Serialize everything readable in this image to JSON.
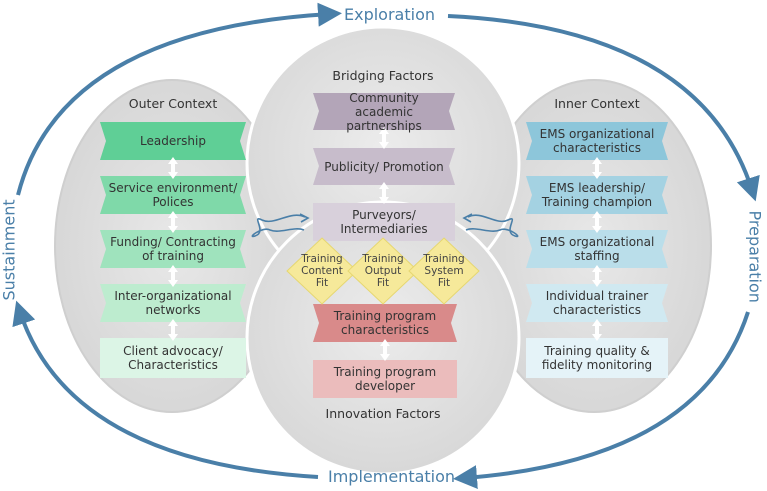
{
  "phases": {
    "exploration": "Exploration",
    "preparation": "Preparation",
    "implementation": "Implementation",
    "sustainment": "Sustainment"
  },
  "outer_context": {
    "title": "Outer Context",
    "items": [
      "Leadership",
      "Service environment/ Polices",
      "Funding/ Contracting of training",
      "Inter-organizational networks",
      "Client advocacy/ Characteristics"
    ]
  },
  "bridging_factors": {
    "title": "Bridging Factors",
    "items": [
      "Community academic partnerships",
      "Publicity/ Promotion",
      "Purveyors/ Intermediaries"
    ]
  },
  "inner_context": {
    "title": "Inner Context",
    "items": [
      "EMS organizational characteristics",
      "EMS leadership/ Training champion",
      "EMS organizational staffing",
      "Individual trainer characteristics",
      "Training quality & fidelity monitoring"
    ]
  },
  "fit": [
    "Training Content Fit",
    "Training Output Fit",
    "Training System Fit"
  ],
  "innovation_factors": {
    "title": "Innovation Factors",
    "items": [
      "Training program characteristics",
      "Training program developer"
    ]
  },
  "colors": {
    "cycle_arrow": "#4a7fa8",
    "outer": [
      "#5fcf96",
      "#7fd9a9",
      "#9fe3bd",
      "#bdeccf",
      "#dcf5e6"
    ],
    "bridging": [
      "#b3a5b8",
      "#c7bccb",
      "#d8d0db"
    ],
    "inner": [
      "#8dc6da",
      "#a4d2e2",
      "#badeea",
      "#d0e9f1",
      "#e5f3f8"
    ],
    "innovation": [
      "#d98a8a",
      "#ebbcbc"
    ],
    "fit": "#f6e99a"
  }
}
